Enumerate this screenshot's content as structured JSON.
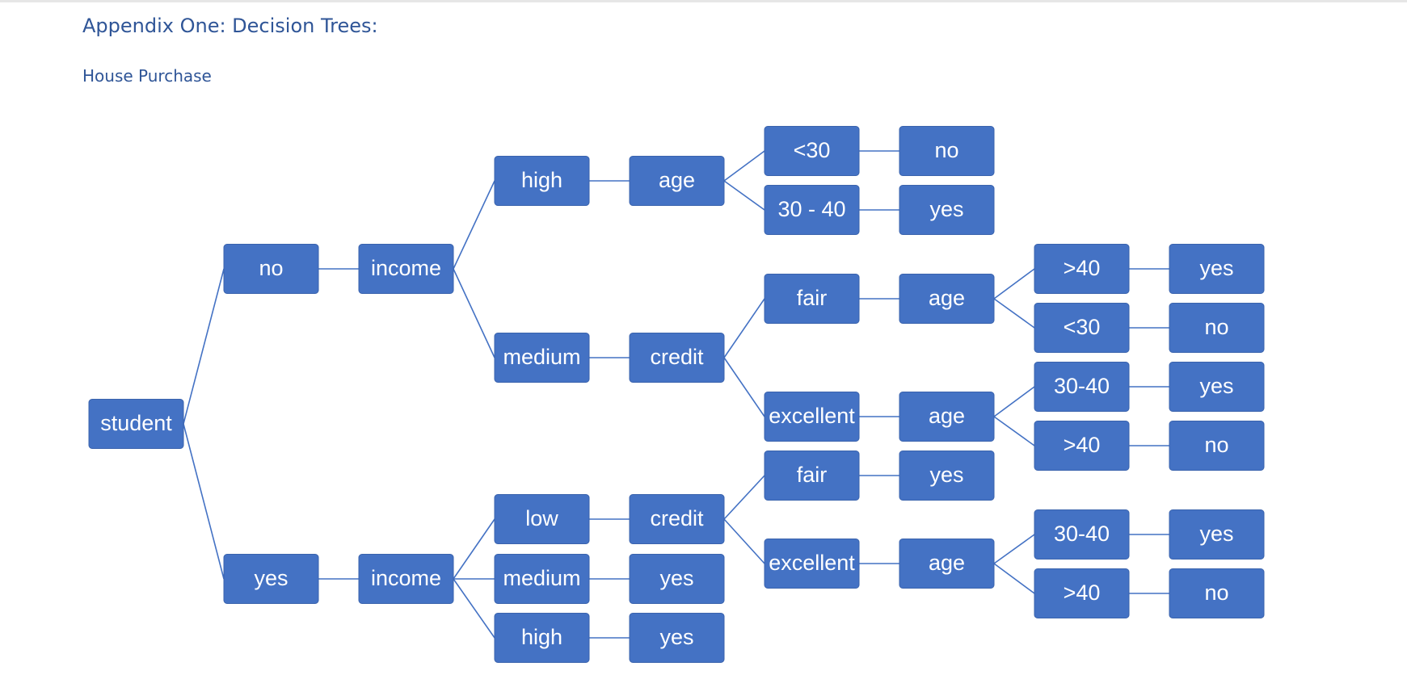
{
  "document": {
    "heading": "Appendix One: Decision Trees:",
    "subheading": "House Purchase"
  },
  "colors": {
    "node_fill": "#4472c4",
    "node_text": "#ffffff",
    "edge": "#4472c4",
    "heading_text": "#2f5597"
  },
  "tree": {
    "nodes": [
      {
        "id": "student",
        "label": "student"
      },
      {
        "id": "no1",
        "label": "no"
      },
      {
        "id": "yes1",
        "label": "yes"
      },
      {
        "id": "income1",
        "label": "income"
      },
      {
        "id": "income2",
        "label": "income"
      },
      {
        "id": "high1",
        "label": "high"
      },
      {
        "id": "medium1",
        "label": "medium"
      },
      {
        "id": "low2",
        "label": "low"
      },
      {
        "id": "medium2",
        "label": "medium"
      },
      {
        "id": "high2",
        "label": "high"
      },
      {
        "id": "age1",
        "label": "age"
      },
      {
        "id": "credit1",
        "label": "credit"
      },
      {
        "id": "credit2",
        "label": "credit"
      },
      {
        "id": "yes_m2",
        "label": "yes"
      },
      {
        "id": "yes_h2",
        "label": "yes"
      },
      {
        "id": "lt30a",
        "label": "<30"
      },
      {
        "id": "r3040a",
        "label": "30 - 40"
      },
      {
        "id": "fair1",
        "label": "fair"
      },
      {
        "id": "exc1",
        "label": "excellent"
      },
      {
        "id": "fair2",
        "label": "fair"
      },
      {
        "id": "exc2",
        "label": "excellent"
      },
      {
        "id": "no_lt30a",
        "label": "no"
      },
      {
        "id": "yes_3040a",
        "label": "yes"
      },
      {
        "id": "age_f1",
        "label": "age"
      },
      {
        "id": "age_e1",
        "label": "age"
      },
      {
        "id": "yes_f2",
        "label": "yes"
      },
      {
        "id": "age_e2",
        "label": "age"
      },
      {
        "id": "gt40a",
        "label": ">40"
      },
      {
        "id": "lt30b",
        "label": "<30"
      },
      {
        "id": "r3040b",
        "label": "30-40"
      },
      {
        "id": "gt40b",
        "label": ">40"
      },
      {
        "id": "r3040c",
        "label": "30-40"
      },
      {
        "id": "gt40c",
        "label": ">40"
      },
      {
        "id": "yes_gt40a",
        "label": "yes"
      },
      {
        "id": "no_lt30b",
        "label": "no"
      },
      {
        "id": "yes_3040b",
        "label": "yes"
      },
      {
        "id": "no_gt40b",
        "label": "no"
      },
      {
        "id": "yes_3040c",
        "label": "yes"
      },
      {
        "id": "no_gt40c",
        "label": "no"
      }
    ],
    "edges": [
      [
        "student",
        "no1"
      ],
      [
        "student",
        "yes1"
      ],
      [
        "no1",
        "income1"
      ],
      [
        "yes1",
        "income2"
      ],
      [
        "income1",
        "high1"
      ],
      [
        "income1",
        "medium1"
      ],
      [
        "income2",
        "low2"
      ],
      [
        "income2",
        "medium2"
      ],
      [
        "income2",
        "high2"
      ],
      [
        "high1",
        "age1"
      ],
      [
        "medium1",
        "credit1"
      ],
      [
        "low2",
        "credit2"
      ],
      [
        "medium2",
        "yes_m2"
      ],
      [
        "high2",
        "yes_h2"
      ],
      [
        "age1",
        "lt30a"
      ],
      [
        "age1",
        "r3040a"
      ],
      [
        "credit1",
        "fair1"
      ],
      [
        "credit1",
        "exc1"
      ],
      [
        "credit2",
        "fair2"
      ],
      [
        "credit2",
        "exc2"
      ],
      [
        "lt30a",
        "no_lt30a"
      ],
      [
        "r3040a",
        "yes_3040a"
      ],
      [
        "fair1",
        "age_f1"
      ],
      [
        "exc1",
        "age_e1"
      ],
      [
        "fair2",
        "yes_f2"
      ],
      [
        "exc2",
        "age_e2"
      ],
      [
        "age_f1",
        "gt40a"
      ],
      [
        "age_f1",
        "lt30b"
      ],
      [
        "age_e1",
        "r3040b"
      ],
      [
        "age_e1",
        "gt40b"
      ],
      [
        "age_e2",
        "r3040c"
      ],
      [
        "age_e2",
        "gt40c"
      ],
      [
        "gt40a",
        "yes_gt40a"
      ],
      [
        "lt30b",
        "no_lt30b"
      ],
      [
        "r3040b",
        "yes_3040b"
      ],
      [
        "gt40b",
        "no_gt40b"
      ],
      [
        "r3040c",
        "yes_3040c"
      ],
      [
        "gt40c",
        "no_gt40c"
      ]
    ]
  }
}
